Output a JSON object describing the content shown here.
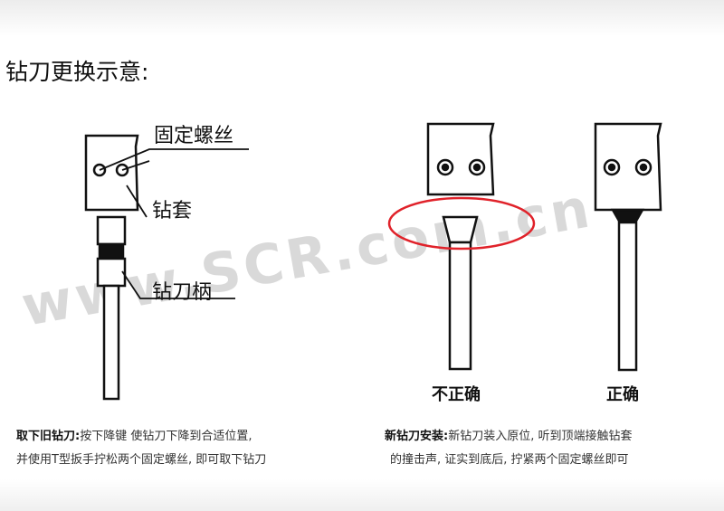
{
  "title": "钻刀更换示意:",
  "left_diagram": {
    "labels": {
      "screw": "固定螺丝",
      "sleeve": "钻套",
      "handle": "钻刀柄"
    }
  },
  "middle_diagram": {
    "caption": "不正确",
    "highlight_color": "#e0222a"
  },
  "right_diagram": {
    "caption": "正确"
  },
  "watermark": "www.SCR.com.cn",
  "remove": {
    "heading": "取下旧钻刀:",
    "line1": "按下降键 使钻刀下降到合适位置,",
    "line2": "并使用T型扳手拧松两个固定螺丝, 即可取下钻刀"
  },
  "install": {
    "heading": "新钻刀安装:",
    "line1": "新钻刀装入原位, 听到顶端接触钻套",
    "line2": "的撞击声, 证实到底后, 拧紧两个固定螺丝即可"
  }
}
